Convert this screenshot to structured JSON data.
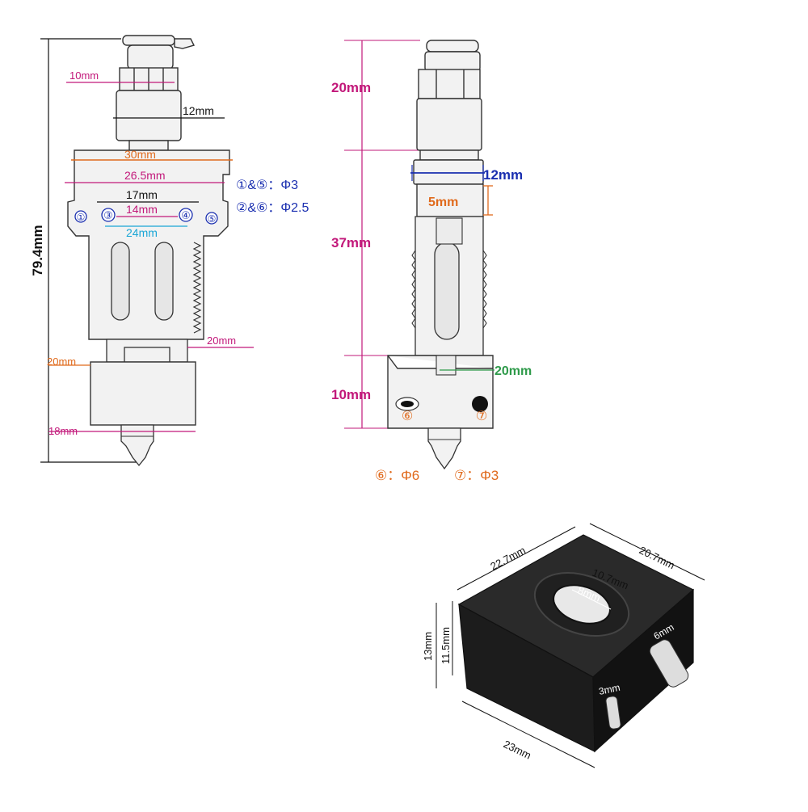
{
  "colors": {
    "magenta": "#c2187a",
    "orange": "#e06a1c",
    "blue": "#1a2fb0",
    "green": "#2e9a4a",
    "cyan": "#1aa6d6",
    "black": "#111111",
    "metal": "#f2f2f2",
    "outline": "#333333"
  },
  "front_view": {
    "total_height": "79.4mm",
    "fitting_width": "10mm",
    "nut_width": "12mm",
    "plate_width": "30mm",
    "plate_inner_width": "26.5mm",
    "hole_span_outer": "17mm",
    "hole_span_inner": "14mm",
    "bracket_width": "24mm",
    "heatsink_side": "20mm",
    "block_height": "20mm",
    "block_width": "18mm",
    "hole_labels": [
      "①",
      "③",
      "④",
      "⑤"
    ]
  },
  "hole_spec": {
    "line1": "①&⑤：Φ3",
    "line2": "②&⑥：Φ2.5"
  },
  "side_view": {
    "top_height": "20mm",
    "nut_width": "12mm",
    "gap": "5mm",
    "mid_height": "37mm",
    "block_depth": "20mm",
    "block_height": "10mm",
    "port6": "⑥",
    "port7": "⑦"
  },
  "port_spec": {
    "p6": "⑥：Φ6",
    "p7": "⑦：Φ3"
  },
  "sock": {
    "length": "22.7mm",
    "width": "20.7mm",
    "outer_dia": "10.7mm",
    "inner_dia": "8mm",
    "height_outer": "13mm",
    "height_inner": "11.5mm",
    "front_width": "23mm",
    "slot_large": "6mm",
    "slot_small": "3mm"
  }
}
